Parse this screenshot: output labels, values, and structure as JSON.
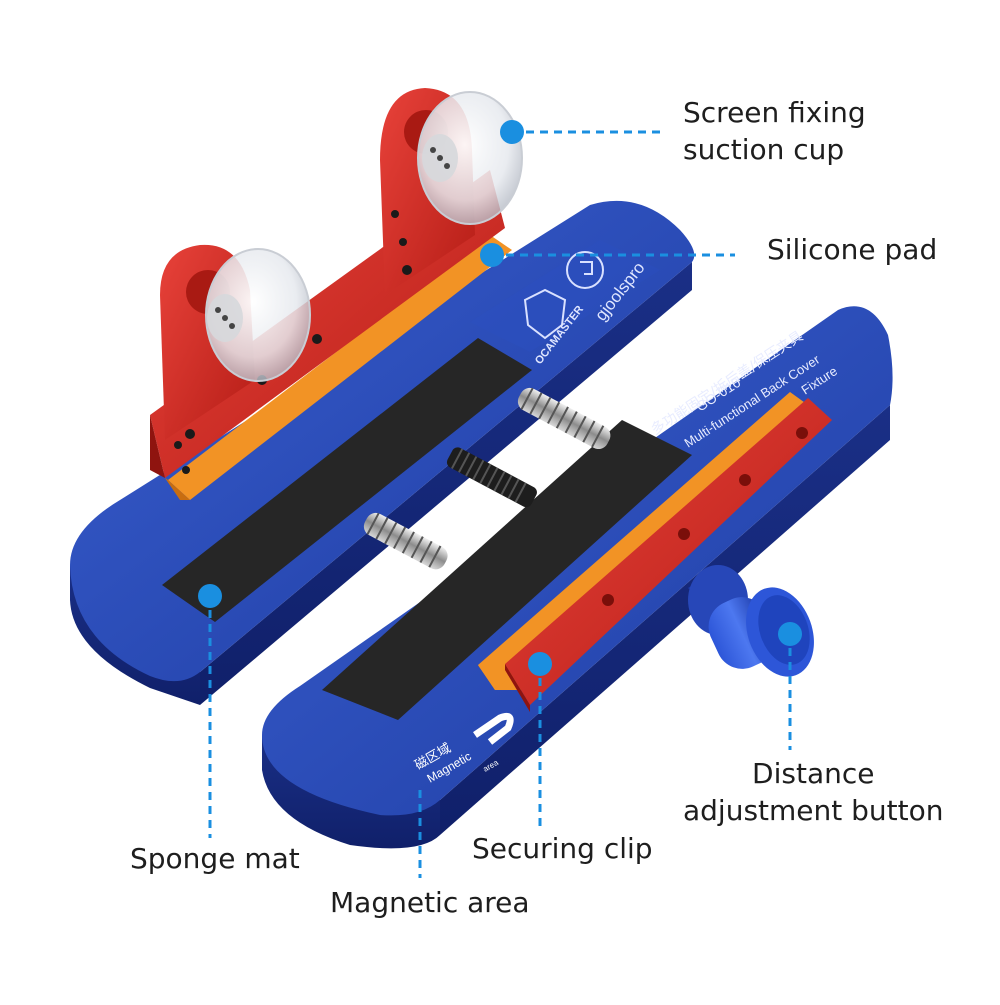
{
  "product": {
    "brand_left": "OCAMASTER",
    "brand_right": "gjoolspro",
    "model": "GO-010",
    "chinese_title": "多功能固定/拆后盖/保压夹具",
    "english_title_line1": "Multi-functional Back Cover",
    "english_title_line2": "Fixture",
    "magnet_cn": "磁区域",
    "magnet_en": "Magnetic",
    "magnet_small": "area"
  },
  "callouts": {
    "suction_cup": "Screen fixing\nsuction cup",
    "silicone_pad": "Silicone pad",
    "sponge_mat": "Sponge mat",
    "magnetic_area": "Magnetic area",
    "securing_clip": "Securing clip",
    "distance_button": "Distance\nadjustment button"
  },
  "colors": {
    "accent_dot": "#1a8fe0",
    "base_blue": "#2346b0",
    "clamp_red": "#d42b22",
    "pad_orange": "#f29325",
    "sponge": "#2a2a2a",
    "label_text": "#1e1e1e"
  }
}
